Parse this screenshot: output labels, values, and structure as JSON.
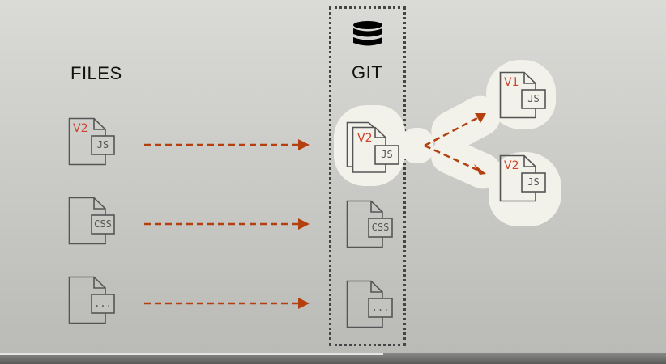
{
  "headings": {
    "files": "FILES",
    "git": "GIT"
  },
  "files": [
    {
      "version": "V2",
      "tag": "JS"
    },
    {
      "version": "",
      "tag": "CSS"
    },
    {
      "version": "",
      "tag": "..."
    }
  ],
  "git_items": [
    {
      "version": "V2",
      "tag": "JS"
    },
    {
      "version": "",
      "tag": "CSS"
    },
    {
      "version": "",
      "tag": "..."
    }
  ],
  "versions": [
    {
      "version": "V1",
      "tag": "JS"
    },
    {
      "version": "V2",
      "tag": "JS"
    }
  ],
  "icons": {
    "database": "database-icon",
    "file": "file-icon"
  },
  "colors": {
    "arrow": "#b5400f",
    "version_text": "#d0432a",
    "highlight": "#f2f1ea",
    "outline": "#555555"
  },
  "player": {
    "progress_fraction": 0.575
  }
}
